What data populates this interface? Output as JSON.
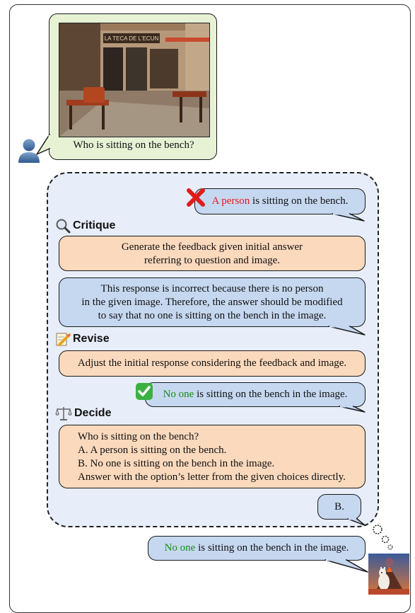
{
  "user_query": {
    "question": "Who is sitting on the bench?",
    "photo_sign": "LA TECA DE L'ECUN",
    "user_avatar_icon": "user-silhouette-icon"
  },
  "initial_answer": {
    "mark_icon": "red-cross-icon",
    "highlight": "A person",
    "rest": " is sitting on the bench."
  },
  "critique": {
    "heading": "Critique",
    "icon": "magnifier-icon",
    "prompt_line1": "Generate the feedback given initial answer",
    "prompt_line2": "referring to question and image.",
    "feedback_line1": "This response is incorrect because there is no person",
    "feedback_line2": "in the given image. Therefore, the answer should be modified",
    "feedback_line3": "to say that no one is sitting on the bench in the image."
  },
  "revise": {
    "heading": "Revise",
    "icon": "memo-pencil-icon",
    "prompt": "Adjust the initial response considering the feedback and image.",
    "mark_icon": "green-check-icon",
    "answer_highlight": "No one",
    "answer_rest": " is sitting on the bench in the image."
  },
  "decide": {
    "heading": "Decide",
    "icon": "scales-icon",
    "line1": "Who is sitting on the bench?",
    "line2": "A. A person is sitting on the bench.",
    "line3": "B. No one is sitting on the bench in the image.",
    "line4": "Answer with the option’s letter from the given choices directly.",
    "choice": "B."
  },
  "final_answer": {
    "highlight": "No one",
    "rest": " is sitting on the bench in the image.",
    "avatar_icon": "llama-volcano-avatar"
  },
  "colors": {
    "green_bubble": "#e7f2d5",
    "blue_bubble": "#c6d8f0",
    "orange_bubble": "#fad9bd",
    "panel": "#e7eef9",
    "wrong": "#e01b1b",
    "right": "#1a8a1a"
  }
}
